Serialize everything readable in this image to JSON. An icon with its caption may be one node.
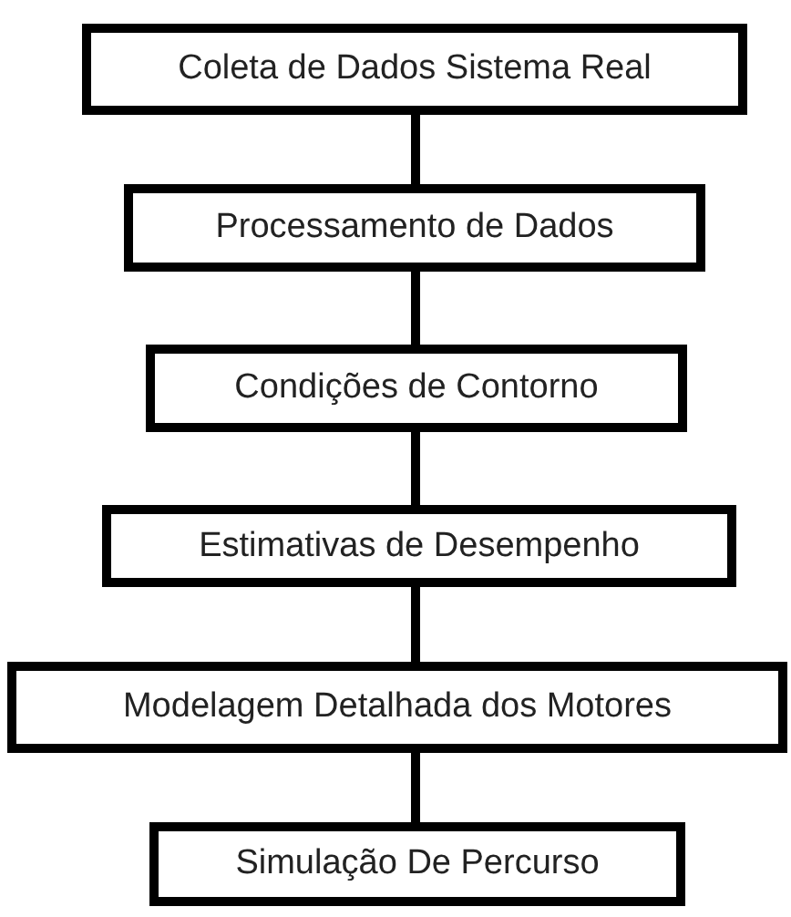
{
  "diagram": {
    "nodes": [
      {
        "text": [
          "Coleta de Dados Sistema Real"
        ]
      },
      {
        "text": [
          "Processamento de Dados"
        ]
      },
      {
        "text": [
          "Condições de Contorno"
        ]
      },
      {
        "text": [
          "Estimativas de Desempenho"
        ]
      },
      {
        "text": [
          "Modelagem Detalhada dos Motores"
        ]
      },
      {
        "text": [
          "Simulação De Percurso"
        ]
      }
    ],
    "edges": [
      {
        "from": 0,
        "to": 1,
        "arrow": "none"
      },
      {
        "from": 1,
        "to": 2,
        "arrow": "none"
      },
      {
        "from": 2,
        "to": 3,
        "arrow": "none"
      },
      {
        "from": 3,
        "to": 4,
        "arrow": "none"
      },
      {
        "from": 4,
        "to": 5,
        "arrow": "none"
      }
    ]
  }
}
